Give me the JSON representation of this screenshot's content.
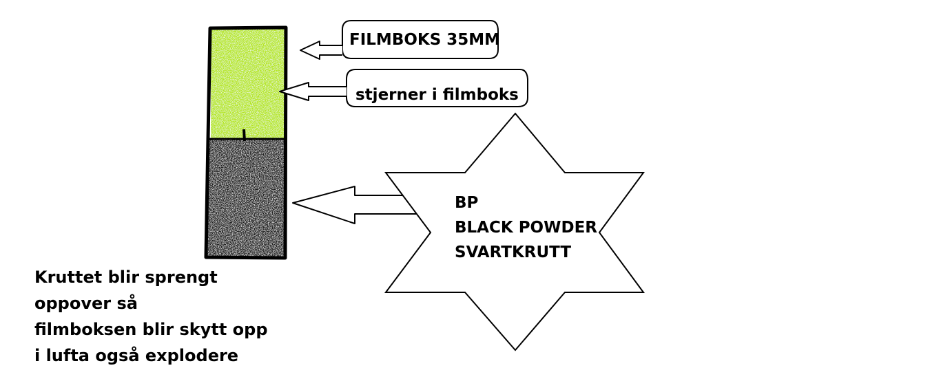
{
  "callouts": {
    "film_box": "FILMBOKS 35MM",
    "stars": "stjerner i filmboks"
  },
  "star": {
    "line_1": "BP",
    "line_2": "BLACK POWDER",
    "line_3": "SVARTKRUTT"
  },
  "note": {
    "line_1": "Kruttet blir sprengt",
    "line_2": "oppover så",
    "line_3": "filmboksen blir skytt opp",
    "line_4": "i lufta også explodere"
  },
  "colors": {
    "stars_fill": "#b5e61d",
    "powder_fill": "#1e1e1e",
    "outline": "#000000"
  }
}
